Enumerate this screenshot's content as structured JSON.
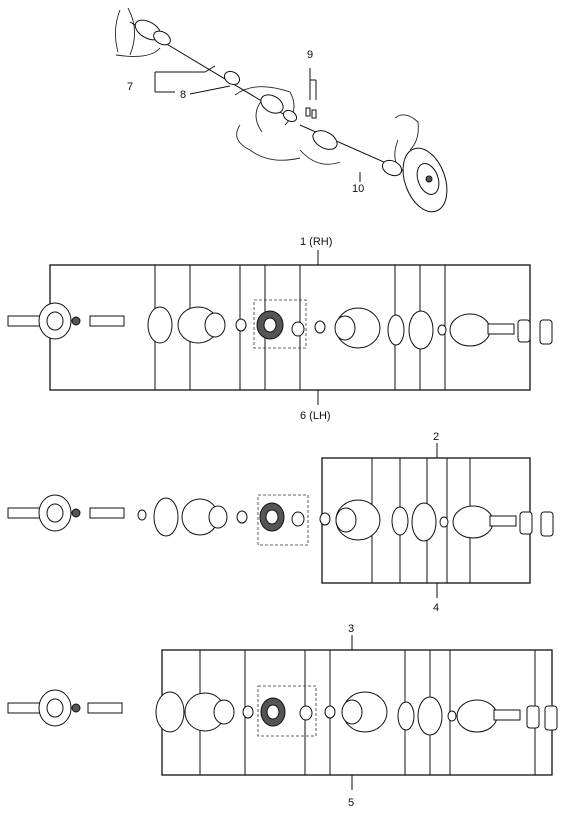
{
  "callouts": {
    "c1": "1 (RH)",
    "c6": "6 (LH)",
    "c2": "2",
    "c4": "4",
    "c3": "3",
    "c5": "5",
    "c7": "7",
    "c8": "8",
    "c9": "9",
    "c10": "10"
  }
}
